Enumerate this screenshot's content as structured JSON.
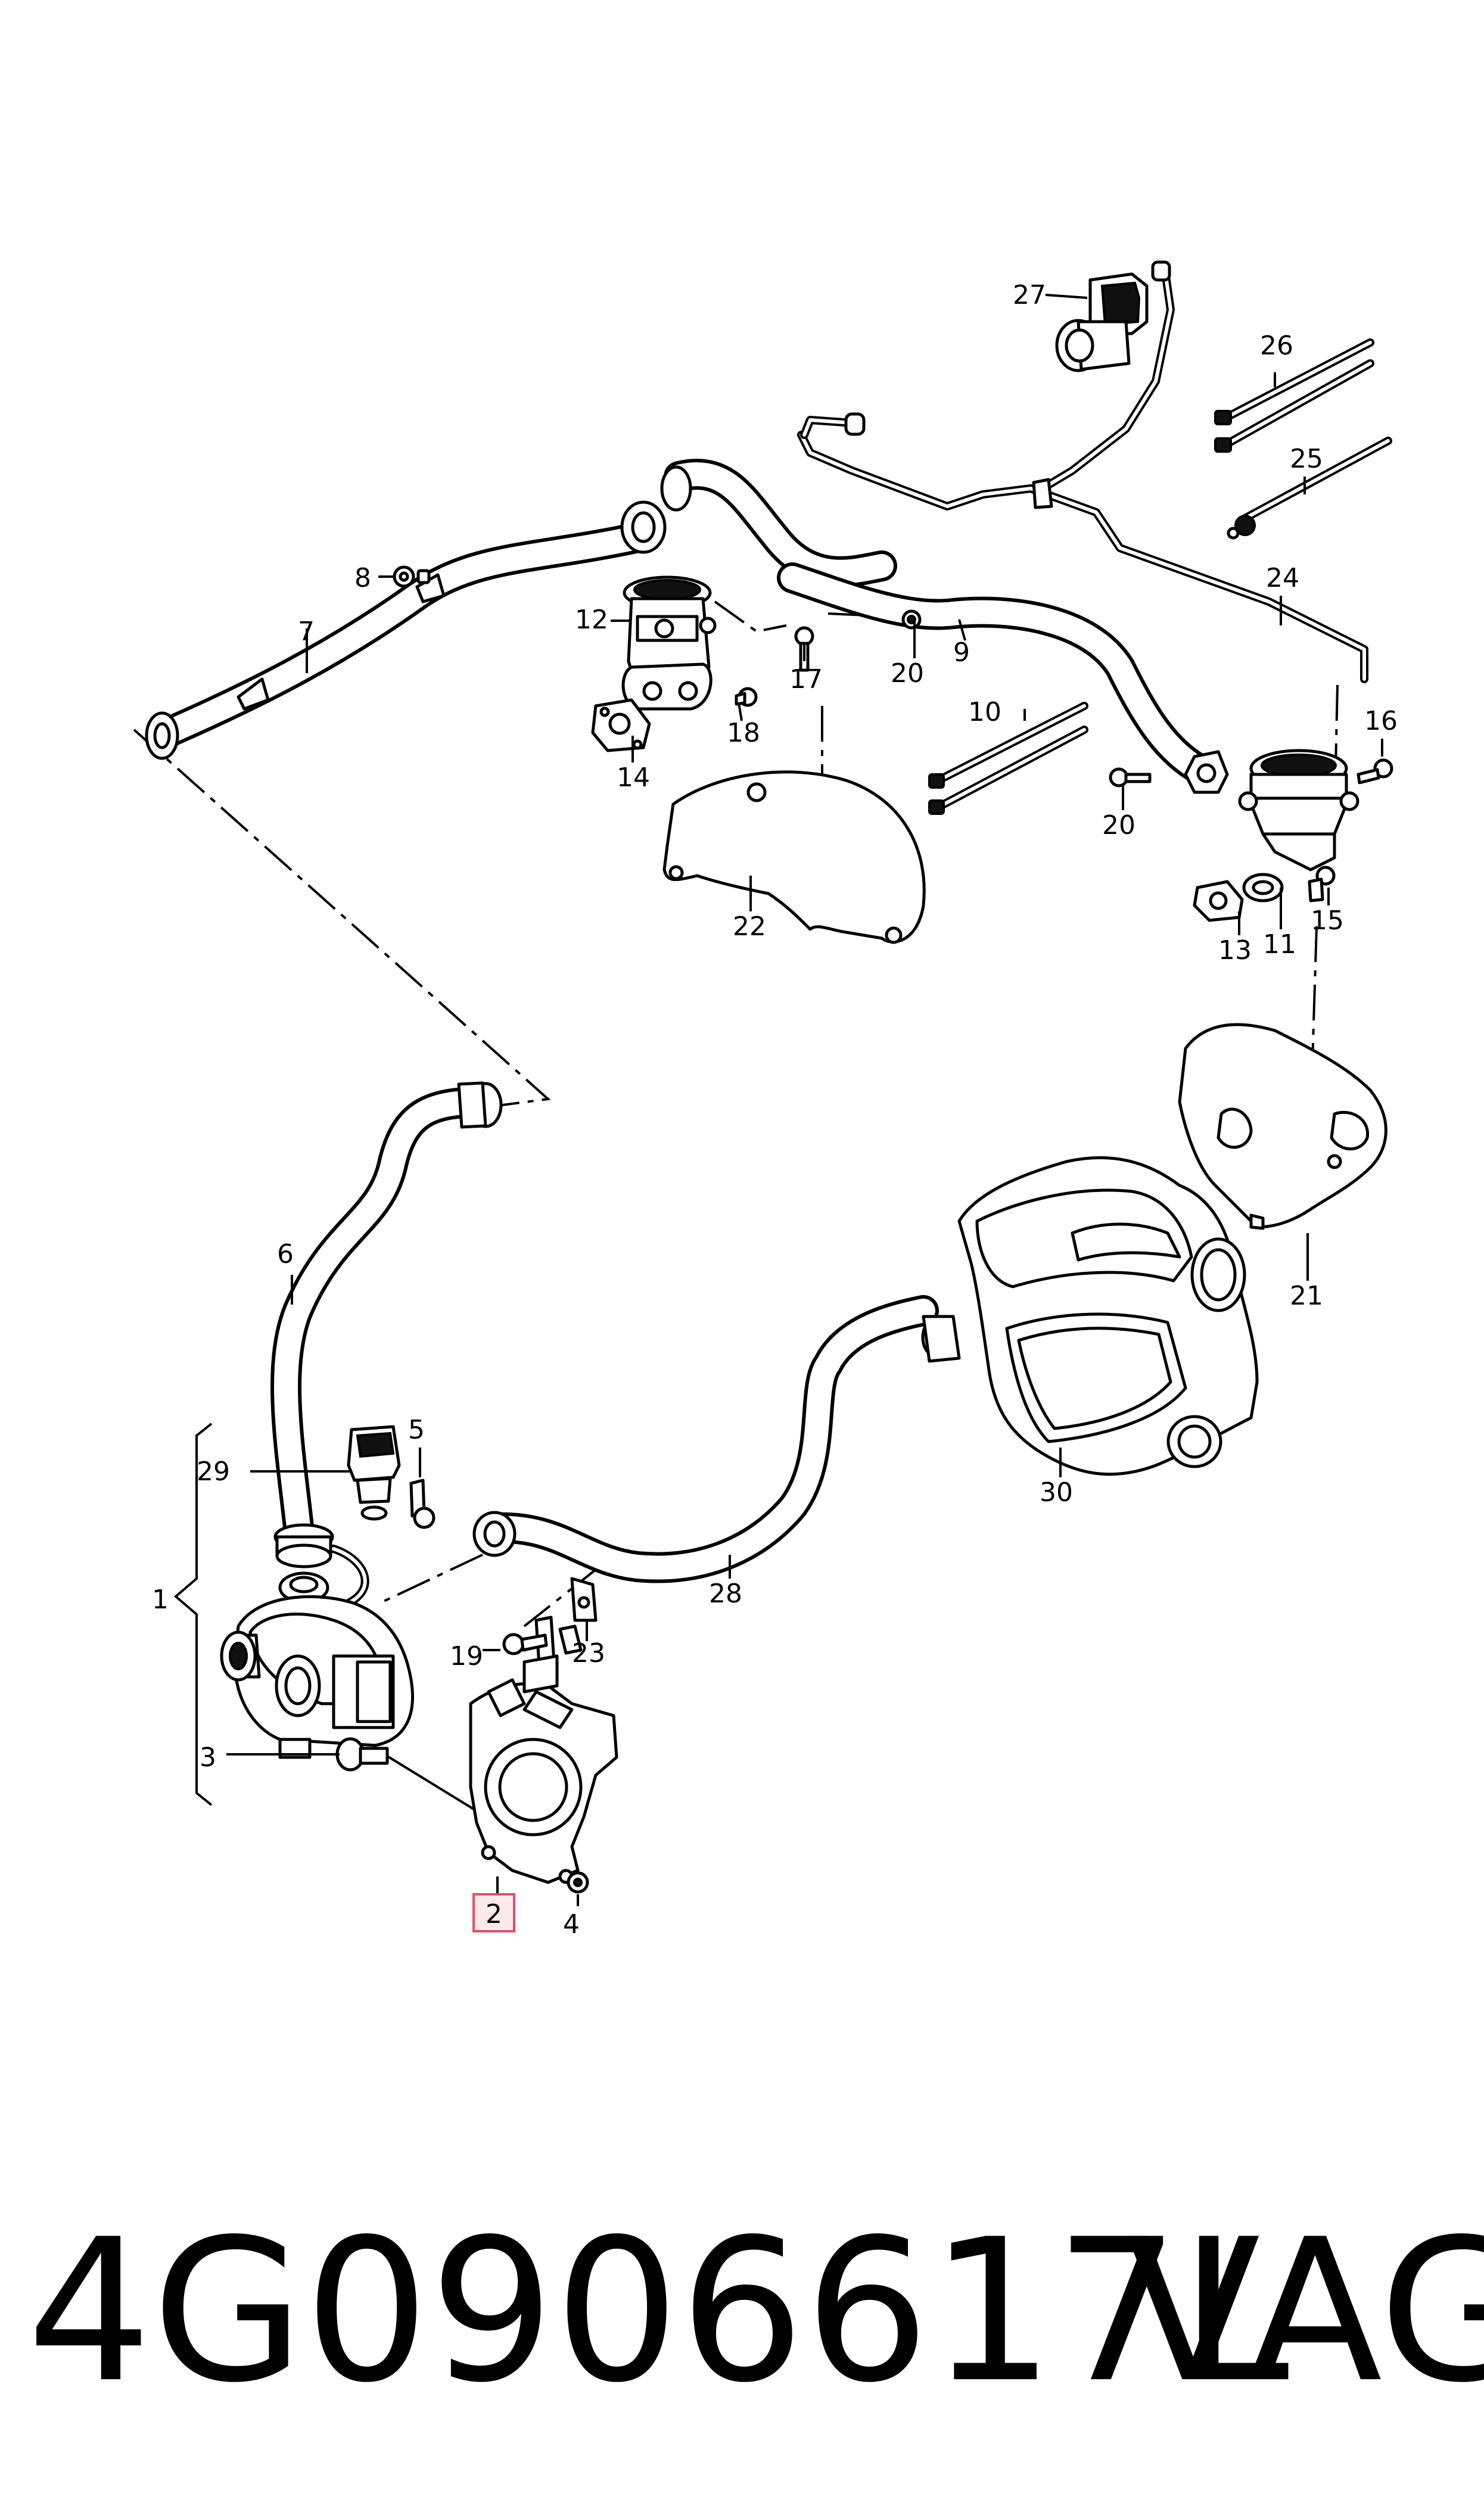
{
  "callouts": {
    "c1": "1",
    "c2": "2",
    "c3": "3",
    "c4": "4",
    "c5": "5",
    "c6": "6",
    "c7": "7",
    "c8": "8",
    "c9": "9",
    "c10": "10",
    "c11": "11",
    "c12": "12",
    "c13": "13",
    "c14": "14",
    "c15": "15",
    "c16": "16",
    "c17": "17",
    "c18": "18",
    "c19": "19",
    "c20a": "20",
    "c20b": "20",
    "c21": "21",
    "c22": "22",
    "c23": "23",
    "c24": "24",
    "c25": "25",
    "c26": "26",
    "c27": "27",
    "c28": "28",
    "c29": "29",
    "c30": "30"
  },
  "footer": {
    "part_number": "4G0906617L",
    "brand": "VAG"
  },
  "highlight": {
    "callout": "2",
    "color": "#e04f6a",
    "fill": "#fde8ec"
  }
}
